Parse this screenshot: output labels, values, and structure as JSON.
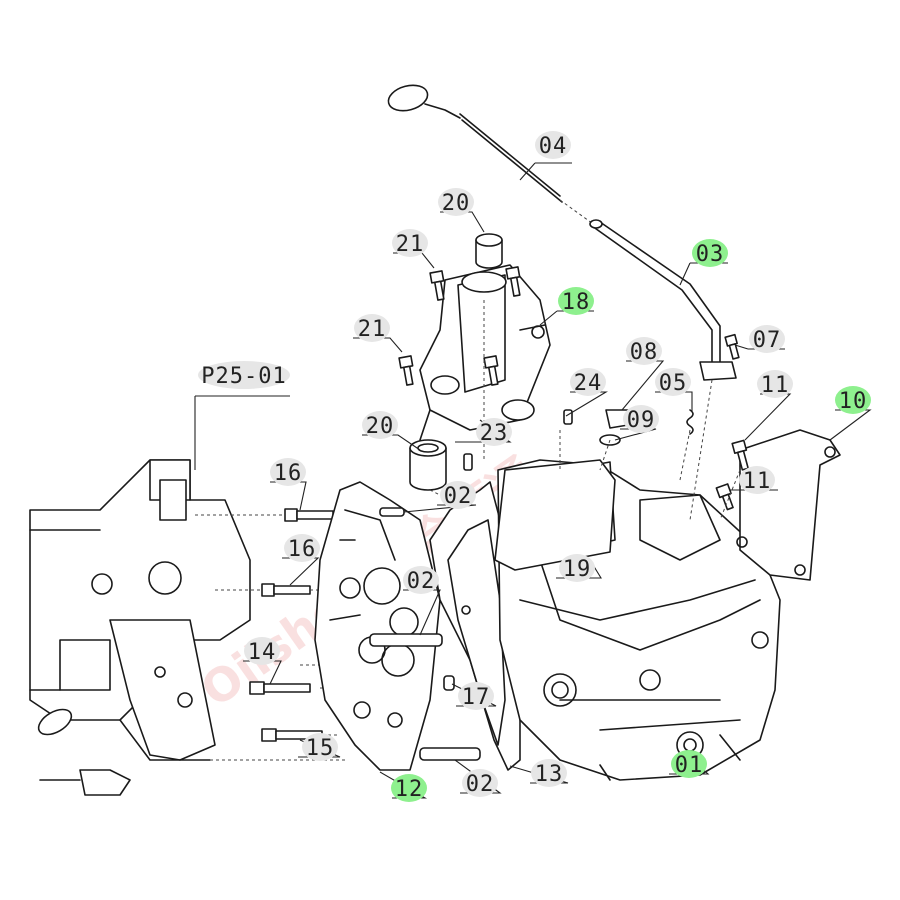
{
  "callouts": [
    {
      "text": "04",
      "highlight": false
    },
    {
      "text": "20",
      "highlight": false
    },
    {
      "text": "21",
      "highlight": false
    },
    {
      "text": "03",
      "highlight": true
    },
    {
      "text": "18",
      "highlight": true
    },
    {
      "text": "21",
      "highlight": false
    },
    {
      "text": "07",
      "highlight": false
    },
    {
      "text": "08",
      "highlight": false
    },
    {
      "text": "P25-01",
      "highlight": false
    },
    {
      "text": "24",
      "highlight": false
    },
    {
      "text": "05",
      "highlight": false
    },
    {
      "text": "11",
      "highlight": false
    },
    {
      "text": "10",
      "highlight": true
    },
    {
      "text": "20",
      "highlight": false
    },
    {
      "text": "23",
      "highlight": false
    },
    {
      "text": "09",
      "highlight": false
    },
    {
      "text": "16",
      "highlight": false
    },
    {
      "text": "02",
      "highlight": false
    },
    {
      "text": "11",
      "highlight": false
    },
    {
      "text": "16",
      "highlight": false
    },
    {
      "text": "19",
      "highlight": false
    },
    {
      "text": "02",
      "highlight": false
    },
    {
      "text": "14",
      "highlight": false
    },
    {
      "text": "17",
      "highlight": false
    },
    {
      "text": "15",
      "highlight": false
    },
    {
      "text": "01",
      "highlight": true
    },
    {
      "text": "13",
      "highlight": false
    },
    {
      "text": "12",
      "highlight": true
    },
    {
      "text": "02",
      "highlight": false
    }
  ],
  "colors": {
    "highlight": "#8ef08e",
    "bubble": "#e6e6e6",
    "line": "#1a1a1a",
    "watermark": "#e04848"
  }
}
